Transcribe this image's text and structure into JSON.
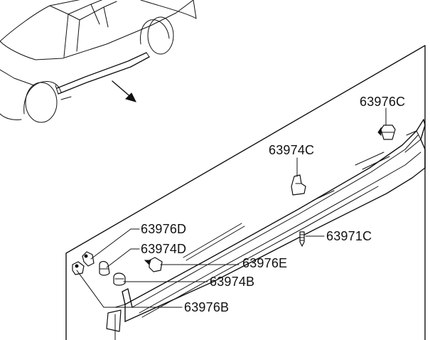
{
  "diagram": {
    "parts": [
      {
        "id": "p1",
        "label": "63976C"
      },
      {
        "id": "p2",
        "label": "63974C"
      },
      {
        "id": "p3",
        "label": "63971C"
      },
      {
        "id": "p4",
        "label": "63976D"
      },
      {
        "id": "p5",
        "label": "63974D"
      },
      {
        "id": "p6",
        "label": "63976E"
      },
      {
        "id": "p7",
        "label": "63974B"
      },
      {
        "id": "p8",
        "label": "63976B"
      }
    ]
  }
}
